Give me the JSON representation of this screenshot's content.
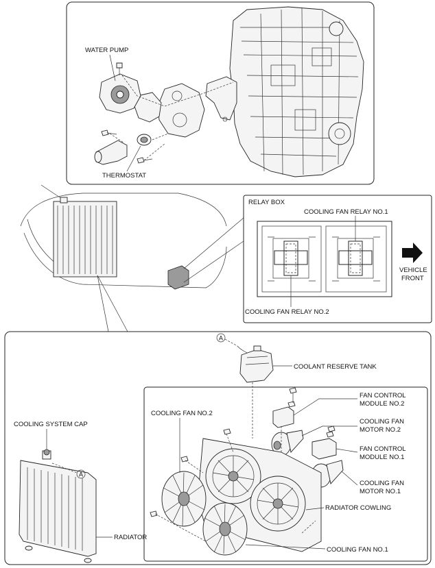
{
  "labels": {
    "water_pump": "WATER PUMP",
    "thermostat": "THERMOSTAT",
    "relay_box": "RELAY BOX",
    "cooling_fan_relay_1": "COOLING FAN RELAY NO.1",
    "cooling_fan_relay_2": "COOLING FAN RELAY NO.2",
    "vehicle": "VEHICLE",
    "front": "FRONT",
    "coolant_reserve_tank": "COOLANT RESERVE TANK",
    "fan_control_module_2_l1": "FAN CONTROL",
    "fan_control_module_2_l2": "MODULE NO.2",
    "cooling_fan_motor_2_l1": "COOLING FAN",
    "cooling_fan_motor_2_l2": "MOTOR NO.2",
    "fan_control_module_1_l1": "FAN CONTROL",
    "fan_control_module_1_l2": "MODULE NO.1",
    "cooling_fan_motor_1_l1": "COOLING FAN",
    "cooling_fan_motor_1_l2": "MOTOR NO.1",
    "cooling_fan_2": "COOLING FAN NO.2",
    "cooling_system_cap": "COOLING SYSTEM CAP",
    "radiator_cowling": "RADIATOR COWLING",
    "radiator": "RADIATOR",
    "cooling_fan_1": "COOLING FAN NO.1",
    "ref_a": "A"
  },
  "icons": {
    "direction": "arrow-right-icon"
  }
}
